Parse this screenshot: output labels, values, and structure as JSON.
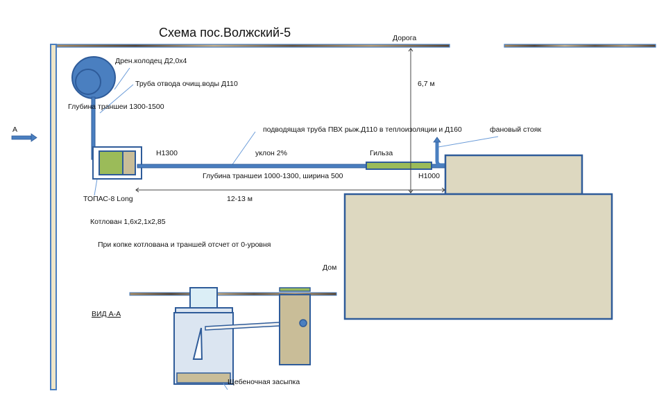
{
  "title": "Схема пос.Волжский-5",
  "colors": {
    "pipe_blue": "#4a7fc0",
    "outline_blue": "#2e5b99",
    "house_fill": "#ddd8c0",
    "green": "#9bbb59",
    "tan": "#c9bd98",
    "light_blue": "#dbe5f1",
    "wall_fill": "#efe6c8"
  },
  "labels": {
    "road": "Дорога",
    "drain_well": "Дрен.колодец Д2,0х4",
    "outlet_pipe": "Труба отвода очищ.воды Д110",
    "trench_depth_outlet": "Глубина траншеи 1300-1500",
    "section_marker": "А",
    "distance_road": "6,7 м",
    "supply_pipe": "подводящая труба ПВХ рыж.Д110 в теплоизоляции и Д160",
    "vent_stack": "фановый стояк",
    "depth_topas": "Н1300",
    "slope": "уклон  2%",
    "sleeve": "Гильза",
    "trench_depth_supply": "Глубина траншеи 1000-1300, ширина 500",
    "depth_house": "Н1000",
    "topas": "ТОПАС-8 Long",
    "distance_house": "12-13 м",
    "pit": "Котлован 1,6х2,1х2,85",
    "note": "При копке котлована и траншей отсчет от 0-уровня",
    "house": "Дом",
    "section_view": "ВИД А-А",
    "gravel": "Щебеночная засыпка"
  }
}
